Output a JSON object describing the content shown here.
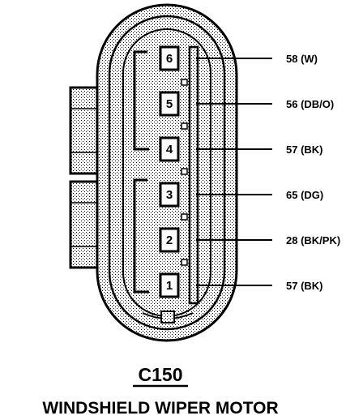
{
  "connector": {
    "id": "C150",
    "component": "WINDSHIELD WIPER MOTOR"
  },
  "pins": [
    {
      "number": "6",
      "wire": "58 (W)"
    },
    {
      "number": "5",
      "wire": "56 (DB/O)"
    },
    {
      "number": "4",
      "wire": "57 (BK)"
    },
    {
      "number": "3",
      "wire": "65 (DG)"
    },
    {
      "number": "2",
      "wire": "28 (BK/PK)"
    },
    {
      "number": "1",
      "wire": "57 (BK)"
    }
  ]
}
